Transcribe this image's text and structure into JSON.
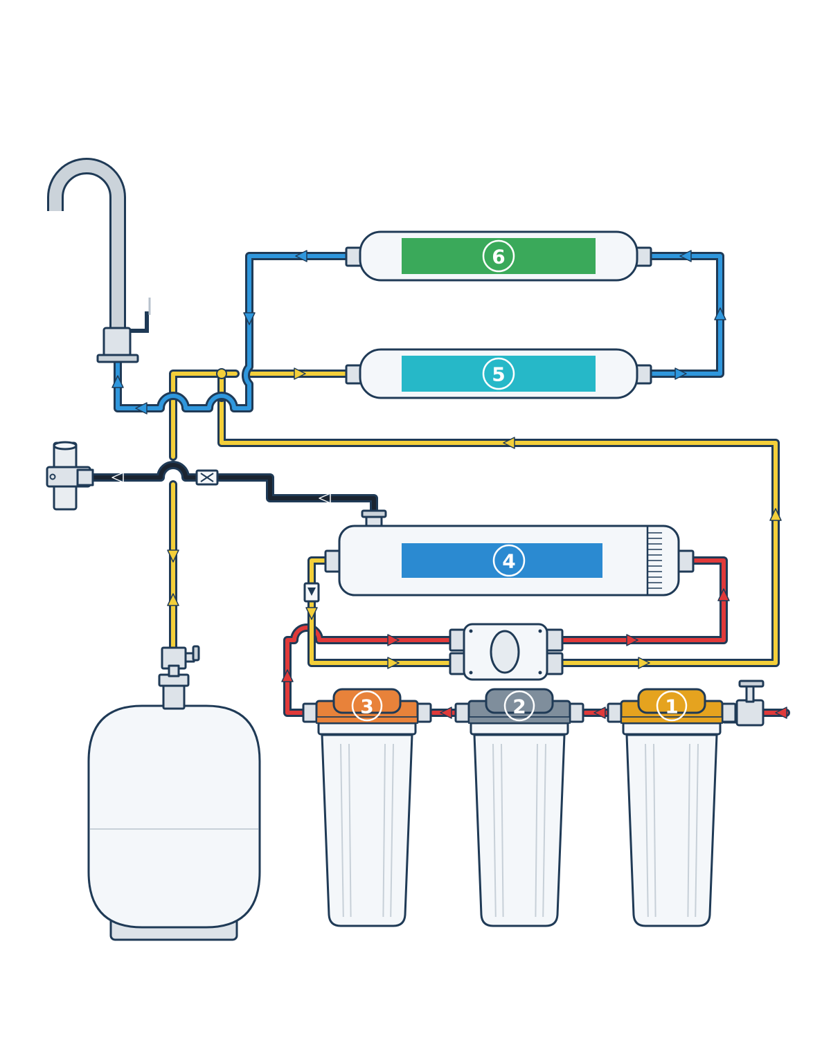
{
  "colors": {
    "outline": "#1f3a56",
    "feed_water": "#e03a3a",
    "treated_water": "#f3cf3a",
    "product_water": "#2f97dd",
    "drain_water": "#1b2430",
    "body_fill": "#f4f7fa",
    "fitting_fill": "#dde3e9",
    "faucet_metal": "#cbd3da"
  },
  "stages": [
    {
      "number": "1",
      "color": "#e5a31f",
      "kind": "sediment-housing"
    },
    {
      "number": "2",
      "color": "#7f8e9c",
      "kind": "sediment-housing"
    },
    {
      "number": "3",
      "color": "#e8823a",
      "kind": "sediment-housing"
    },
    {
      "number": "4",
      "color": "#2b8ad1",
      "kind": "membrane-housing"
    },
    {
      "number": "5",
      "color": "#26b8c8",
      "kind": "inline-cartridge"
    },
    {
      "number": "6",
      "color": "#3aa95a",
      "kind": "inline-cartridge"
    }
  ]
}
